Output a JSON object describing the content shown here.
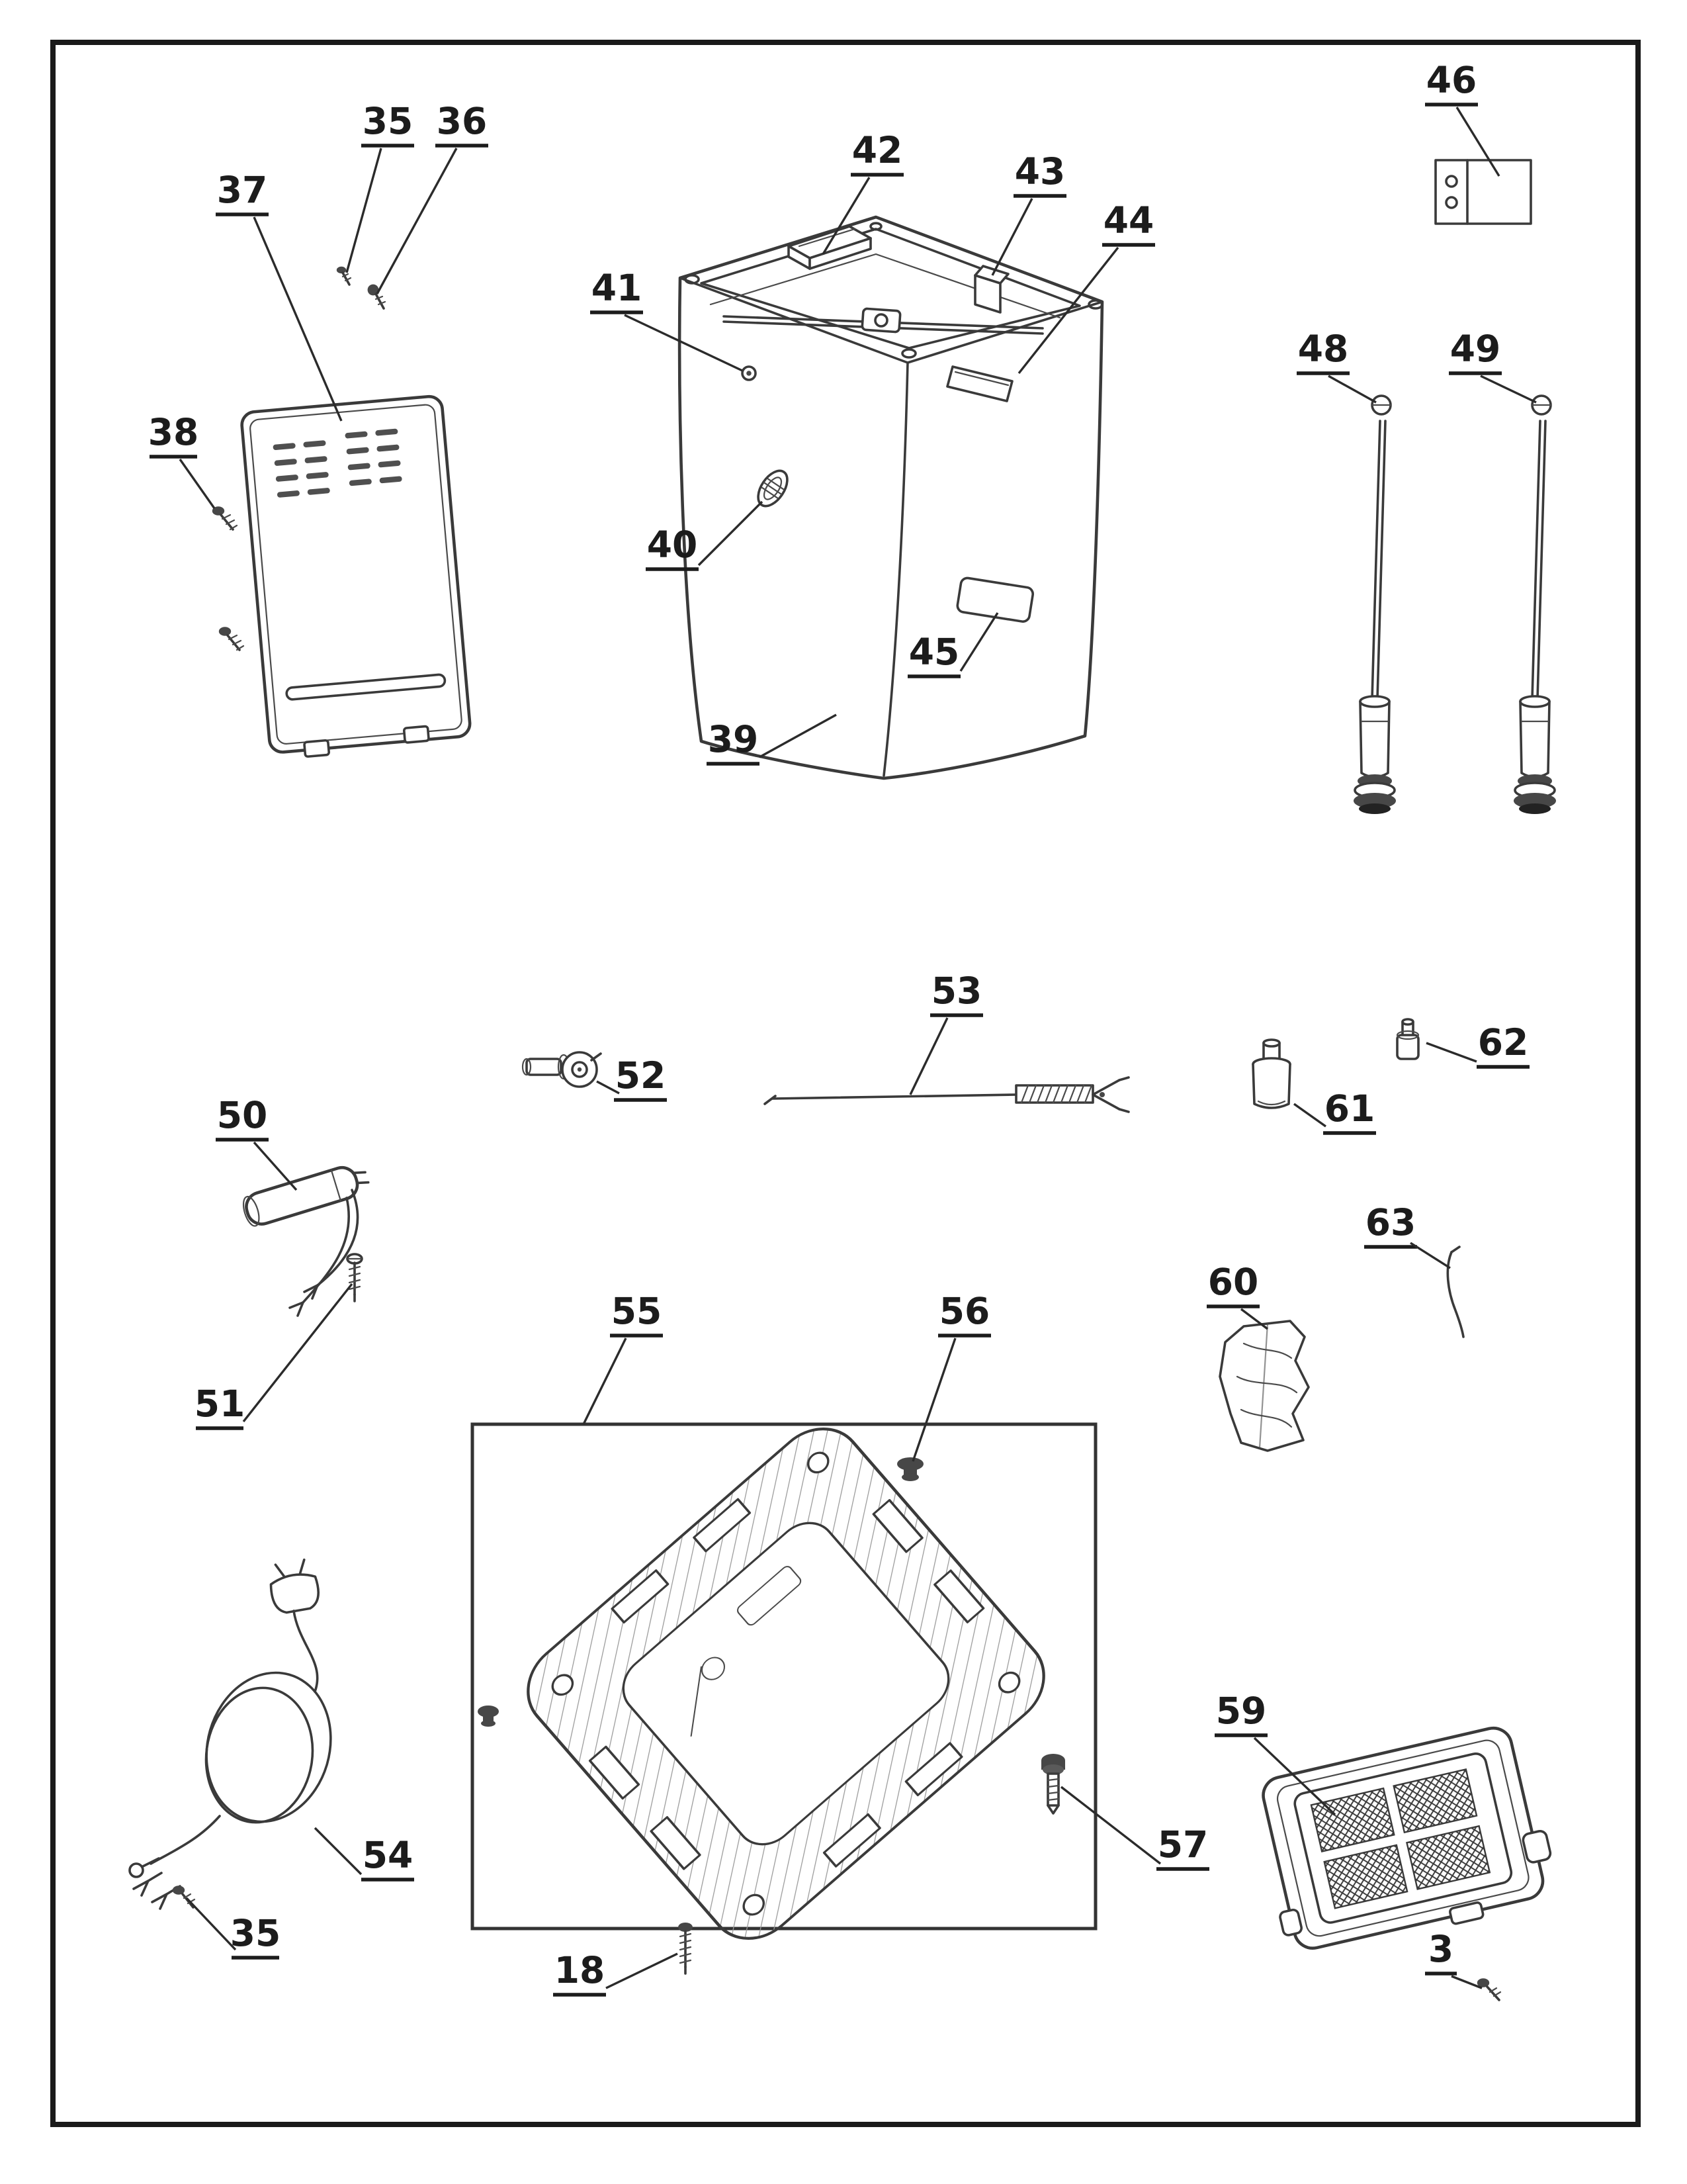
{
  "page": {
    "background": "#ffffff",
    "ink_color": "#3a3a3a",
    "label_color": "#1c1c1c"
  },
  "diagram": {
    "type": "exploded-parts-diagram",
    "labels": [
      {
        "id": "35-top",
        "text": "35"
      },
      {
        "id": "36",
        "text": "36"
      },
      {
        "id": "37",
        "text": "37"
      },
      {
        "id": "42",
        "text": "42"
      },
      {
        "id": "43",
        "text": "43"
      },
      {
        "id": "44",
        "text": "44"
      },
      {
        "id": "46",
        "text": "46"
      },
      {
        "id": "41",
        "text": "41"
      },
      {
        "id": "48",
        "text": "48"
      },
      {
        "id": "49",
        "text": "49"
      },
      {
        "id": "38",
        "text": "38"
      },
      {
        "id": "40",
        "text": "40"
      },
      {
        "id": "45",
        "text": "45"
      },
      {
        "id": "39",
        "text": "39"
      },
      {
        "id": "53",
        "text": "53"
      },
      {
        "id": "62",
        "text": "62"
      },
      {
        "id": "52",
        "text": "52"
      },
      {
        "id": "61",
        "text": "61"
      },
      {
        "id": "50",
        "text": "50"
      },
      {
        "id": "63",
        "text": "63"
      },
      {
        "id": "60",
        "text": "60"
      },
      {
        "id": "55",
        "text": "55"
      },
      {
        "id": "56",
        "text": "56"
      },
      {
        "id": "51",
        "text": "51"
      },
      {
        "id": "59",
        "text": "59"
      },
      {
        "id": "54",
        "text": "54"
      },
      {
        "id": "57",
        "text": "57"
      },
      {
        "id": "35-bottom",
        "text": "35"
      },
      {
        "id": "18",
        "text": "18"
      },
      {
        "id": "3",
        "text": "3"
      }
    ]
  }
}
